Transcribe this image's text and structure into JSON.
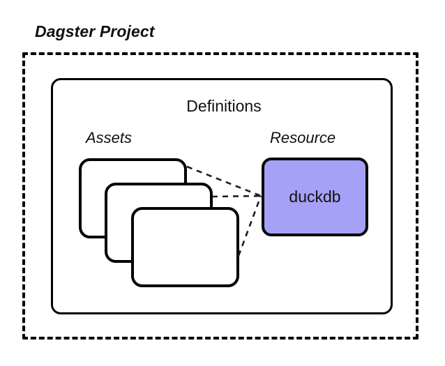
{
  "diagram": {
    "title": "Dagster Project",
    "background_color": "#ffffff",
    "stroke_color": "#000000",
    "boundary": {
      "name": "Dagster Project",
      "style": "dashed"
    },
    "definitions": {
      "title": "Definitions",
      "style": "solid-rounded"
    },
    "groups": [
      {
        "caption": "Assets",
        "style": "italic",
        "items": [
          {
            "label": "",
            "name": "asset-card-1"
          },
          {
            "label": "",
            "name": "asset-card-2"
          },
          {
            "label": "",
            "name": "asset-card-3"
          }
        ]
      },
      {
        "caption": "Resource",
        "style": "italic",
        "items": [
          {
            "label": "duckdb",
            "name": "resource-duckdb",
            "fill_color": "#a5a1f7"
          }
        ]
      }
    ],
    "connections": [
      {
        "from": "asset-card-1",
        "to": "resource-duckdb",
        "style": "dashed"
      },
      {
        "from": "asset-card-2",
        "to": "resource-duckdb",
        "style": "dashed"
      },
      {
        "from": "asset-card-3",
        "to": "resource-duckdb",
        "style": "dashed"
      }
    ]
  }
}
